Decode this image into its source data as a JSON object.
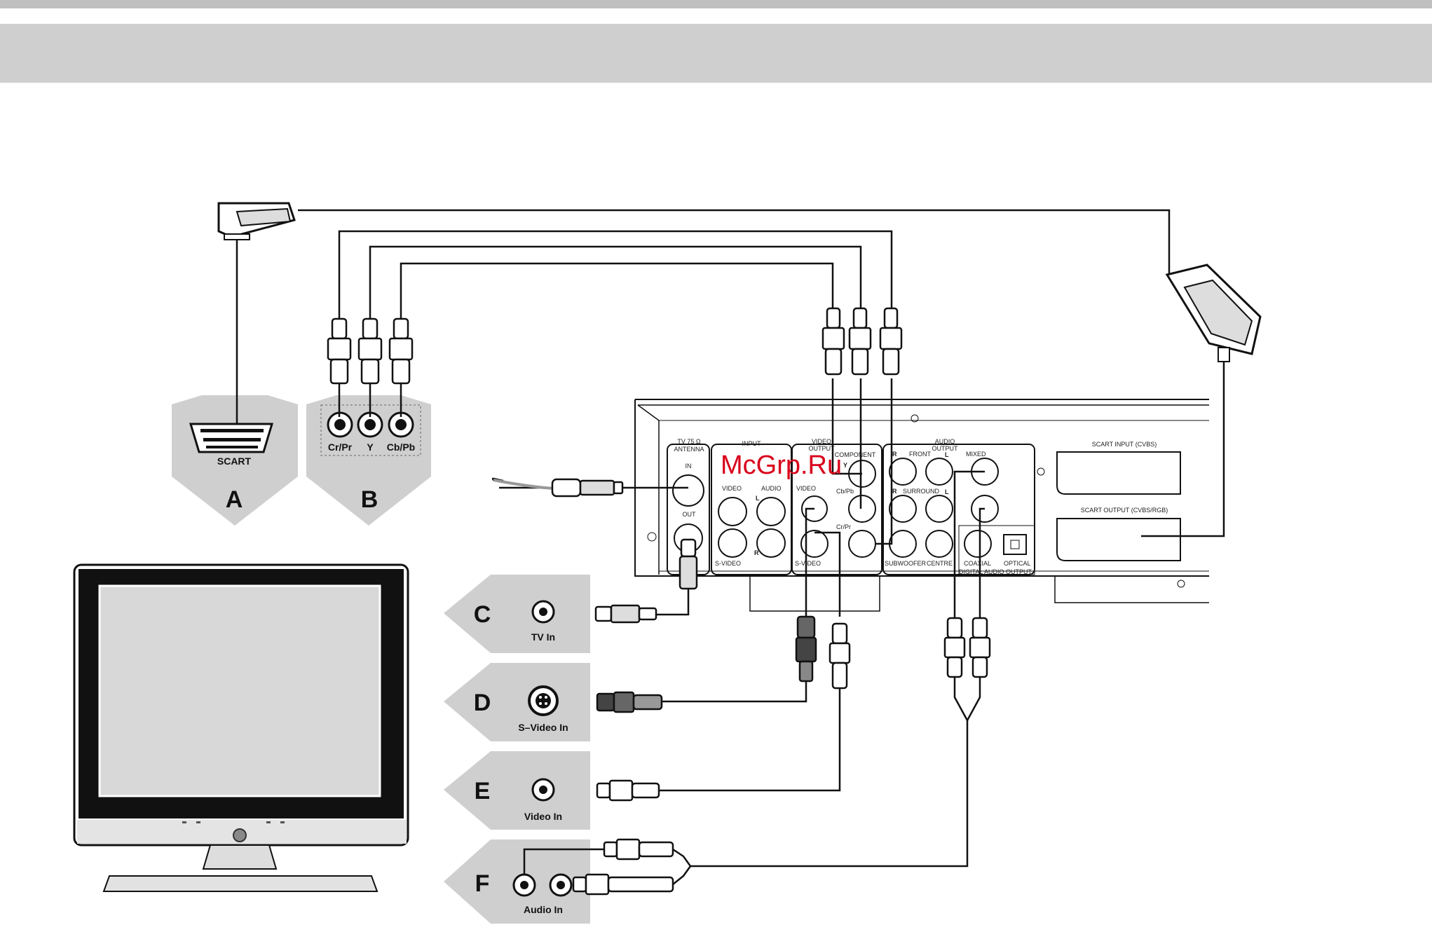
{
  "labels": {
    "a": "A",
    "b": "B",
    "c": "C",
    "d": "D",
    "e": "E",
    "f": "F",
    "scart": "SCART",
    "cr_pr": "Cr/Pr",
    "y": "Y",
    "cb_pb": "Cb/Pb",
    "tv_in": "TV In",
    "svideo_in": "S–Video In",
    "video_in": "Video In",
    "audio_in": "Audio In"
  },
  "panel": {
    "tv75": "TV 75 Ω",
    "antenna": "ANTENNA",
    "in": "IN",
    "out": "OUT",
    "input": "INPUT",
    "video": "VIDEO",
    "audio": "AUDIO",
    "l": "L",
    "r": "R",
    "s_video": "S-VIDEO",
    "video_output_1": "VIDEO",
    "video_output_2": "OUTPUT",
    "component": "COMPONENT",
    "y": "Y",
    "cb_pb": "Cb/Pb",
    "cr_pr": "Cr/Pr",
    "vo_video": "VIDEO",
    "vo_svideo": "S-VIDEO",
    "audio_output_1": "AUDIO",
    "audio_output_2": "OUTPUT",
    "front": "FRONT",
    "mixed": "MIXED",
    "surround": "SURROUND",
    "subwoofer": "SUBWOOFER",
    "centre": "CENTRE",
    "coaxial": "COAXIAL",
    "optical": "OPTICAL",
    "digital_audio_output": "DIGITAL AUDIO OUTPUT",
    "scart_input": "SCART INPUT (CVBS)",
    "scart_output": "SCART OUTPUT (CVBS/RGB)"
  },
  "watermark": "McGrp.Ru",
  "colors": {
    "panel": "#cfcfcf",
    "line": "#111111",
    "screen": "#d8d8d8",
    "watermark": "#d9001b"
  }
}
